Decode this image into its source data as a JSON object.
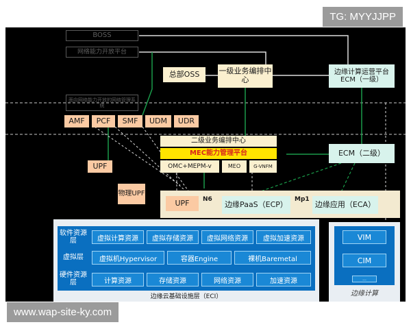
{
  "watermark_top": "TG: MYYJJPP",
  "watermark_bottom": "www.wap-site-ky.com",
  "top": {
    "boss": "BOSS",
    "open_platform": "网络能力开放平台",
    "hq_oss": "总部OSS",
    "orchestration_l1": "一级业务编排中心",
    "ecm_l1": "边缘计算运营平台ECM（一级）",
    "dim_box": "面向网络能力开放的网络管理系统"
  },
  "core": [
    "AMF",
    "PCF",
    "SMF",
    "UDM",
    "UDR"
  ],
  "left": {
    "upf": "UPF",
    "phys_upf": "物理UPF"
  },
  "mid": {
    "orchestration_l2": "二级业务编排中心",
    "mec_platform": "MEC能力管理平台",
    "omc": "OMC+MEPM-v",
    "meo": "MEO",
    "gvnfm": "G-VNFM",
    "ecm_l2": "ECM（二级）"
  },
  "edge": {
    "upf": "UPF",
    "n6": "N6",
    "paas": "边缘PaaS（ECP）",
    "mp1": "Mp1",
    "app": "边缘应用（ECA）"
  },
  "eci": {
    "rows": [
      {
        "label": "软件资源层",
        "cells": [
          "虚拟计算资源",
          "虚拟存储资源",
          "虚拟网络资源",
          "虚拟加速资源"
        ]
      },
      {
        "label": "虚拟层",
        "cells": [
          "虚拟机Hypervisor",
          "容器Engine",
          "裸机Baremetal"
        ]
      },
      {
        "label": "硬件资源层",
        "cells": [
          "计算资源",
          "存储资源",
          "网络资源",
          "加速资源"
        ]
      }
    ],
    "caption": "边缘云基础设施层（ECI）",
    "side": [
      "VIM",
      "CIM",
      "..."
    ],
    "logo_text": "边缘计算"
  },
  "colors": {
    "line_white": "#dddddd",
    "line_green": "#1a9b4a",
    "line_dashed": "#cccccc",
    "infra_blue": "#0a6fc0"
  }
}
